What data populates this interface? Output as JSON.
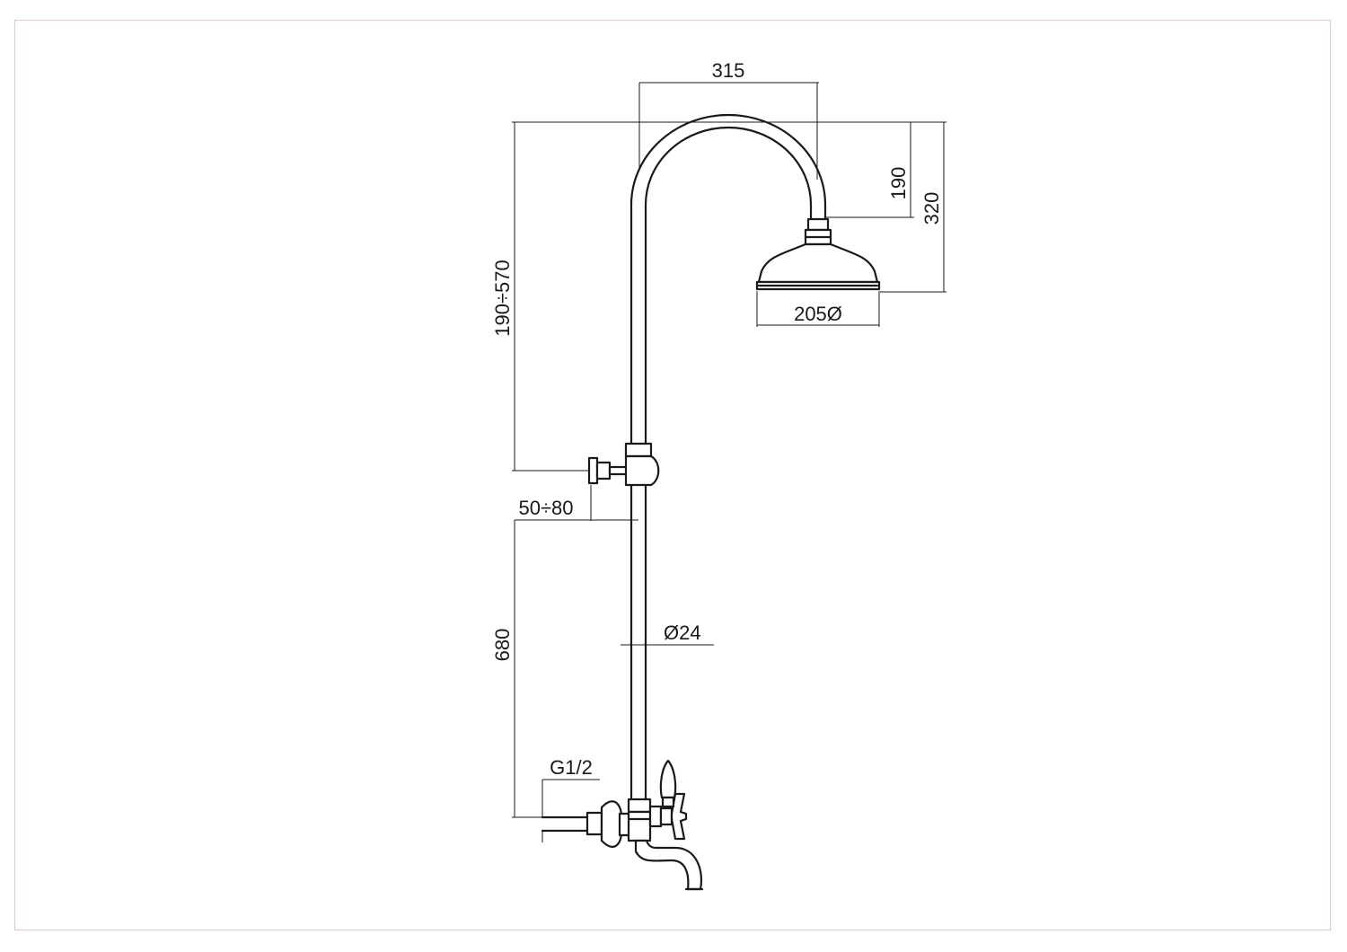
{
  "colors": {
    "line": "#1a1a1a",
    "frame": "#e8c4cf",
    "background": "#ffffff"
  },
  "dimensions": {
    "arm_reach": "315",
    "arm_drop": "190",
    "total_head_height": "320",
    "shower_head_diameter": "205Ø",
    "adjustable_height": "190÷570",
    "wall_offset": "50÷80",
    "mixer_to_bracket": "680",
    "pipe_diameter": "Ø24",
    "inlet_thread": "G1/2"
  }
}
